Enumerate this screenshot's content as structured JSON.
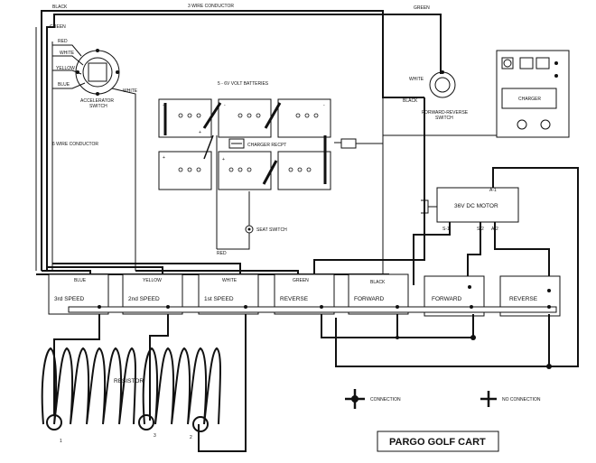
{
  "title": "PARGO GOLF CART",
  "wire_colors": {
    "black": "BLACK",
    "green_top_left": "GREEN",
    "green_top_right": "GREEN",
    "red_top": "RED",
    "white_top": "WHITE",
    "yellow_top": "YELLOW",
    "blue_top": "BLUE",
    "white_accel": "WHITE",
    "white_fr": "WHITE",
    "black_fr": "BLACK",
    "red_seat": "RED"
  },
  "labels": {
    "three_wire": "3 WIRE CONDUCTOR",
    "six_wire": "6 WIRE CONDUCTOR",
    "accelerator": [
      "ACCELERATOR",
      "SWITCH"
    ],
    "batteries": "5 - 6V VOLT BATTERIES",
    "charger_recpt": "CHARGER RECPT",
    "seat_switch": "SEAT SWITCH",
    "forward_reverse": [
      "FORWARD-REVERSE",
      "SWITCH"
    ],
    "charger": "CHARGER",
    "motor": "36V DC MOTOR",
    "resistor": "RESISTOR",
    "connection": "CONNECTION",
    "no_connection": "NO CONNECTION"
  },
  "motor_terminals": [
    "A-1",
    "S-1",
    "S-2",
    "A-2"
  ],
  "solenoids": [
    {
      "label": "3rd SPEED",
      "wire": "BLUE"
    },
    {
      "label": "2nd SPEED",
      "wire": "YELLOW"
    },
    {
      "label": "1st SPEED",
      "wire": "WHITE"
    },
    {
      "label": "REVERSE",
      "wire": "GREEN"
    },
    {
      "label": "FORWARD",
      "wire": "BLACK"
    },
    {
      "label": "FORWARD",
      "wire": ""
    },
    {
      "label": "REVERSE",
      "wire": ""
    }
  ],
  "resistor_taps": [
    "1",
    "3",
    "2"
  ]
}
